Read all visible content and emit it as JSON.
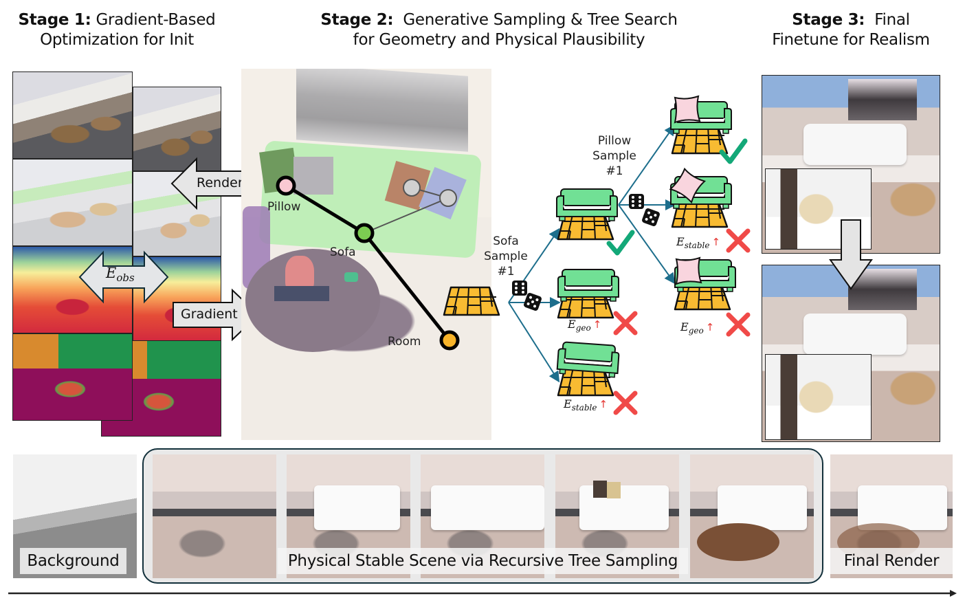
{
  "stage1": {
    "title_bold": "Stage 1:",
    "title_rest": " Gradient-Based",
    "title_line2": "Optimization for Init",
    "arrows": {
      "render": "Render",
      "gradient": "Gradient",
      "eobs_main": "E",
      "eobs_sub": "obs"
    },
    "panels": [
      "rgb-observation",
      "semantic-render",
      "depth-map",
      "normal-map"
    ]
  },
  "stage2": {
    "title_bold": "Stage 2:",
    "title_rest": "  Generative Sampling & Tree Search",
    "title_line2": "for Geometry and Physical Plausibility",
    "scene_graph": {
      "nodes": [
        {
          "label": "Pillow",
          "color": "#f9c9d2"
        },
        {
          "label": "Sofa",
          "color": "#7ccd52"
        },
        {
          "label": "Room",
          "color": "#f8b42a"
        }
      ],
      "extra_nodes_color": "#d0d0d0"
    },
    "tree": {
      "sofa_sample_label_1": "Sofa",
      "sofa_sample_label_2": "Sample #1",
      "pillow_sample_label_1": "Pillow",
      "pillow_sample_label_2": "Sample #1",
      "energy_main": "E",
      "geo_sub": "geo",
      "stable_sub": "stable",
      "up_arrow": "↑",
      "accept_icon": "✓",
      "reject_icon": "✕",
      "edge_color": "#1d6e8c",
      "accept_color": "#13a878",
      "reject_color": "#f04a48",
      "floor_color": "#f8bb32",
      "sofa_color": "#71e095",
      "pillow_color": "#f9d5de"
    }
  },
  "stage3": {
    "title_bold": "Stage 3:",
    "title_rest": "  Final",
    "title_line2": "Finetune for Realism"
  },
  "bottom": {
    "background_label": "Background",
    "tree_label": "Physical Stable Scene via Recursive Tree Sampling",
    "final_label": "Final Render"
  }
}
